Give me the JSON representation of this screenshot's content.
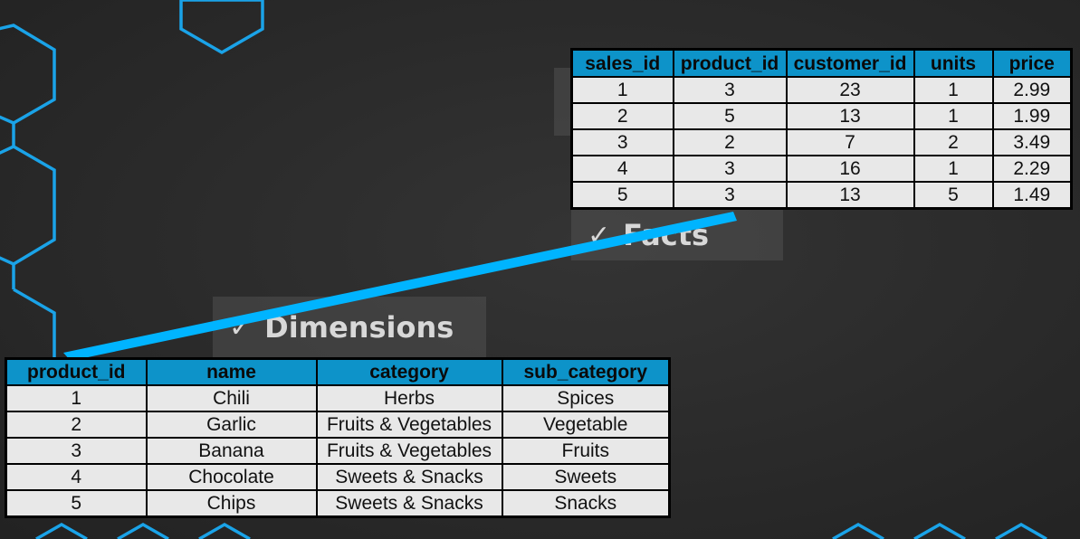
{
  "facts": {
    "label": "Facts",
    "check": "✓",
    "columns": [
      "sales_id",
      "product_id",
      "customer_id",
      "units",
      "price"
    ],
    "rows": [
      [
        "1",
        "3",
        "23",
        "1",
        "2.99"
      ],
      [
        "2",
        "5",
        "13",
        "1",
        "1.99"
      ],
      [
        "3",
        "2",
        "7",
        "2",
        "3.49"
      ],
      [
        "4",
        "3",
        "16",
        "1",
        "2.29"
      ],
      [
        "5",
        "3",
        "13",
        "5",
        "1.49"
      ]
    ]
  },
  "dimensions": {
    "label": "Dimensions",
    "check": "✓",
    "columns": [
      "product_id",
      "name",
      "category",
      "sub_category"
    ],
    "rows": [
      [
        "1",
        "Chili",
        "Herbs",
        "Spices"
      ],
      [
        "2",
        "Garlic",
        "Fruits & Vegetables",
        "Vegetable"
      ],
      [
        "3",
        "Banana",
        "Fruits & Vegetables",
        "Fruits"
      ],
      [
        "4",
        "Chocolate",
        "Sweets & Snacks",
        "Sweets"
      ],
      [
        "5",
        "Chips",
        "Sweets & Snacks",
        "Snacks"
      ]
    ]
  },
  "colors": {
    "accent": "#00b4ff",
    "header_fill": "#0d93c9",
    "cell_fill": "#e8e8e8",
    "background": "#2a2a2a"
  },
  "icons": [
    "hexagon-pattern",
    "check-icon",
    "connector-line"
  ]
}
